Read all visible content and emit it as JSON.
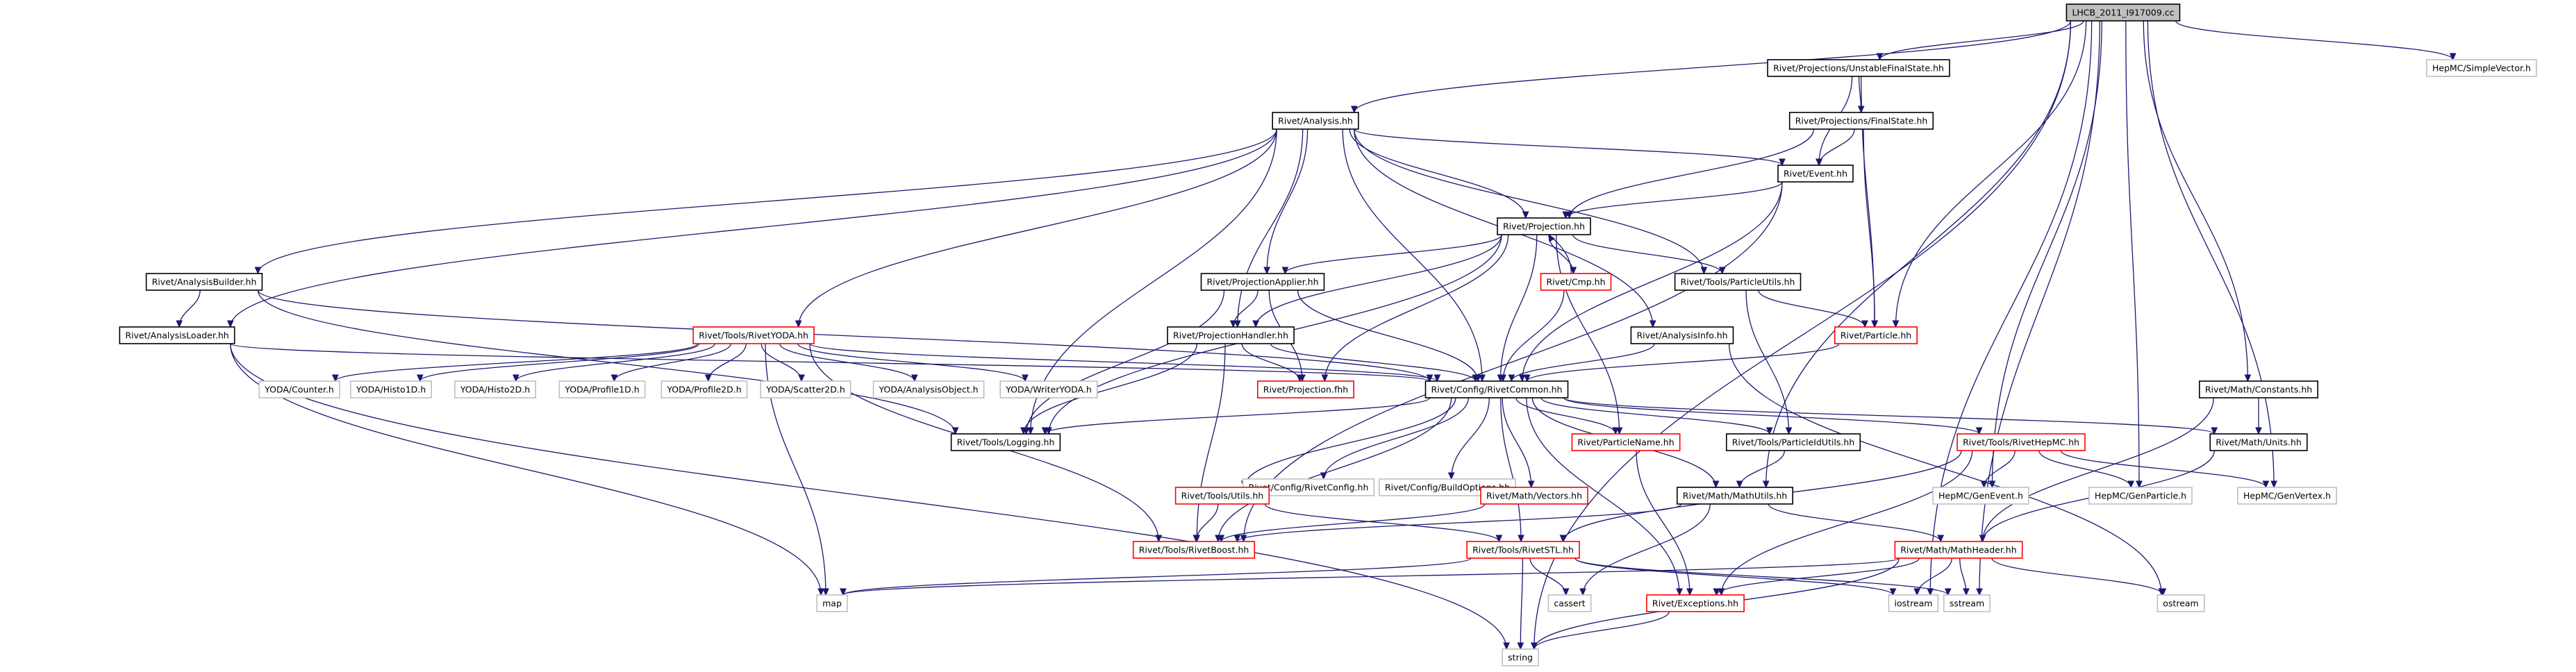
{
  "colors": {
    "edge": "#191970",
    "normal_border": "#000000",
    "normal_fill": "#ffffff",
    "root_border": "#000000",
    "root_fill": "#bfbfbf",
    "incomplete_border": "#ff0000",
    "system_border": "#bfbfbf",
    "system_text": "#000000"
  },
  "nodes": [
    {
      "id": "root",
      "label": "LHCB_2011_I917009.cc",
      "kind": "root"
    },
    {
      "id": "unstable",
      "label": "Rivet/Projections/UnstableFinalState.hh",
      "kind": "normal"
    },
    {
      "id": "hepmc_sv",
      "label": "HepMC/SimpleVector.h",
      "kind": "system"
    },
    {
      "id": "analysis",
      "label": "Rivet/Analysis.hh",
      "kind": "normal"
    },
    {
      "id": "finalstate",
      "label": "Rivet/Projections/FinalState.hh",
      "kind": "normal"
    },
    {
      "id": "event",
      "label": "Rivet/Event.hh",
      "kind": "normal"
    },
    {
      "id": "projection",
      "label": "Rivet/Projection.hh",
      "kind": "normal"
    },
    {
      "id": "projapplier",
      "label": "Rivet/ProjectionApplier.hh",
      "kind": "normal"
    },
    {
      "id": "cmp",
      "label": "Rivet/Cmp.hh",
      "kind": "incomplete"
    },
    {
      "id": "particleutils",
      "label": "Rivet/Tools/ParticleUtils.hh",
      "kind": "normal"
    },
    {
      "id": "analysisbuilder",
      "label": "Rivet/AnalysisBuilder.hh",
      "kind": "normal"
    },
    {
      "id": "analysisloader",
      "label": "Rivet/AnalysisLoader.hh",
      "kind": "normal"
    },
    {
      "id": "rivetyoda",
      "label": "Rivet/Tools/RivetYODA.hh",
      "kind": "incomplete"
    },
    {
      "id": "projhandler",
      "label": "Rivet/ProjectionHandler.hh",
      "kind": "normal"
    },
    {
      "id": "analysisinfo",
      "label": "Rivet/AnalysisInfo.hh",
      "kind": "normal"
    },
    {
      "id": "particle",
      "label": "Rivet/Particle.hh",
      "kind": "incomplete"
    },
    {
      "id": "mathconstants",
      "label": "Rivet/Math/Constants.hh",
      "kind": "normal"
    },
    {
      "id": "yoda_counter",
      "label": "YODA/Counter.h",
      "kind": "system"
    },
    {
      "id": "yoda_h1",
      "label": "YODA/Histo1D.h",
      "kind": "system"
    },
    {
      "id": "yoda_h2",
      "label": "YODA/Histo2D.h",
      "kind": "system"
    },
    {
      "id": "yoda_p1",
      "label": "YODA/Profile1D.h",
      "kind": "system"
    },
    {
      "id": "yoda_p2",
      "label": "YODA/Profile2D.h",
      "kind": "system"
    },
    {
      "id": "yoda_s2",
      "label": "YODA/Scatter2D.h",
      "kind": "system"
    },
    {
      "id": "yoda_ao",
      "label": "YODA/AnalysisObject.h",
      "kind": "system"
    },
    {
      "id": "yoda_w",
      "label": "YODA/WriterYODA.h",
      "kind": "system"
    },
    {
      "id": "rivetcommon",
      "label": "Rivet/Config/RivetCommon.hh",
      "kind": "normal"
    },
    {
      "id": "projfhh",
      "label": "Rivet/Projection.fhh",
      "kind": "incomplete"
    },
    {
      "id": "mathunits",
      "label": "Rivet/Math/Units.hh",
      "kind": "normal"
    },
    {
      "id": "logging",
      "label": "Rivet/Tools/Logging.hh",
      "kind": "normal"
    },
    {
      "id": "rivetconfig",
      "label": "Rivet/Config/RivetConfig.hh",
      "kind": "system"
    },
    {
      "id": "buildoptions",
      "label": "Rivet/Config/BuildOptions.hh",
      "kind": "system"
    },
    {
      "id": "particlename",
      "label": "Rivet/ParticleName.hh",
      "kind": "incomplete"
    },
    {
      "id": "particleidutils",
      "label": "Rivet/Tools/ParticleIdUtils.hh",
      "kind": "normal"
    },
    {
      "id": "rivethepmc",
      "label": "Rivet/Tools/RivetHepMC.hh",
      "kind": "incomplete"
    },
    {
      "id": "genevent",
      "label": "HepMC/GenEvent.h",
      "kind": "system"
    },
    {
      "id": "genparticle",
      "label": "HepMC/GenParticle.h",
      "kind": "system"
    },
    {
      "id": "genvertex",
      "label": "HepMC/GenVertex.h",
      "kind": "system"
    },
    {
      "id": "toolsutils",
      "label": "Rivet/Tools/Utils.hh",
      "kind": "incomplete"
    },
    {
      "id": "mathvectors",
      "label": "Rivet/Math/Vectors.hh",
      "kind": "incomplete"
    },
    {
      "id": "mathutils",
      "label": "Rivet/Math/MathUtils.hh",
      "kind": "normal"
    },
    {
      "id": "rivetboost",
      "label": "Rivet/Tools/RivetBoost.hh",
      "kind": "incomplete"
    },
    {
      "id": "rivetstl",
      "label": "Rivet/Tools/RivetSTL.hh",
      "kind": "incomplete"
    },
    {
      "id": "mathheader",
      "label": "Rivet/Math/MathHeader.hh",
      "kind": "incomplete"
    },
    {
      "id": "map",
      "label": "map",
      "kind": "system"
    },
    {
      "id": "cassert",
      "label": "cassert",
      "kind": "system"
    },
    {
      "id": "exceptions",
      "label": "Rivet/Exceptions.hh",
      "kind": "incomplete"
    },
    {
      "id": "iostream",
      "label": "iostream",
      "kind": "system"
    },
    {
      "id": "sstream",
      "label": "sstream",
      "kind": "system"
    },
    {
      "id": "ostream",
      "label": "ostream",
      "kind": "system"
    },
    {
      "id": "string",
      "label": "string",
      "kind": "system"
    }
  ],
  "edges": [
    [
      "root",
      "unstable"
    ],
    [
      "root",
      "hepmc_sv"
    ],
    [
      "root",
      "analysis"
    ],
    [
      "root",
      "particle"
    ],
    [
      "root",
      "mathconstants"
    ],
    [
      "root",
      "mathutils"
    ],
    [
      "root",
      "genevent"
    ],
    [
      "root",
      "genparticle"
    ],
    [
      "root",
      "genvertex"
    ],
    [
      "root",
      "iostream"
    ],
    [
      "root",
      "sstream"
    ],
    [
      "root",
      "string"
    ],
    [
      "unstable",
      "finalstate"
    ],
    [
      "unstable",
      "event"
    ],
    [
      "unstable",
      "particle"
    ],
    [
      "finalstate",
      "projection"
    ],
    [
      "finalstate",
      "event"
    ],
    [
      "finalstate",
      "particle"
    ],
    [
      "analysis",
      "event"
    ],
    [
      "analysis",
      "projection"
    ],
    [
      "analysis",
      "projapplier"
    ],
    [
      "analysis",
      "projhandler"
    ],
    [
      "analysis",
      "particleutils"
    ],
    [
      "analysis",
      "analysisbuilder"
    ],
    [
      "analysis",
      "analysisloader"
    ],
    [
      "analysis",
      "rivetyoda"
    ],
    [
      "analysis",
      "analysisinfo"
    ],
    [
      "analysis",
      "rivetcommon"
    ],
    [
      "analysis",
      "logging"
    ],
    [
      "event",
      "projection"
    ],
    [
      "event",
      "rivetcommon"
    ],
    [
      "event",
      "rivetboost"
    ],
    [
      "projection",
      "projapplier"
    ],
    [
      "projection",
      "projhandler"
    ],
    [
      "projection",
      "cmp"
    ],
    [
      "projection",
      "particleutils"
    ],
    [
      "projection",
      "projfhh"
    ],
    [
      "projection",
      "rivetcommon"
    ],
    [
      "projection",
      "logging"
    ],
    [
      "projection",
      "particlename"
    ],
    [
      "cmp",
      "projection"
    ],
    [
      "cmp",
      "rivetcommon"
    ],
    [
      "projapplier",
      "projhandler"
    ],
    [
      "projapplier",
      "projfhh"
    ],
    [
      "projapplier",
      "rivetcommon"
    ],
    [
      "projapplier",
      "logging"
    ],
    [
      "projhandler",
      "projfhh"
    ],
    [
      "projhandler",
      "rivetcommon"
    ],
    [
      "projhandler",
      "logging"
    ],
    [
      "projhandler",
      "rivetboost"
    ],
    [
      "particleutils",
      "particle"
    ],
    [
      "particleutils",
      "particleidutils"
    ],
    [
      "analysisbuilder",
      "analysisloader"
    ],
    [
      "analysisbuilder",
      "logging"
    ],
    [
      "analysisbuilder",
      "rivetcommon"
    ],
    [
      "analysisloader",
      "rivetcommon"
    ],
    [
      "analysisloader",
      "map"
    ],
    [
      "analysisloader",
      "string"
    ],
    [
      "rivetyoda",
      "yoda_counter"
    ],
    [
      "rivetyoda",
      "yoda_h1"
    ],
    [
      "rivetyoda",
      "yoda_h2"
    ],
    [
      "rivetyoda",
      "yoda_p1"
    ],
    [
      "rivetyoda",
      "yoda_p2"
    ],
    [
      "rivetyoda",
      "yoda_s2"
    ],
    [
      "rivetyoda",
      "yoda_ao"
    ],
    [
      "rivetyoda",
      "yoda_w"
    ],
    [
      "rivetyoda",
      "rivetcommon"
    ],
    [
      "rivetyoda",
      "rivetboost"
    ],
    [
      "rivetyoda",
      "map"
    ],
    [
      "analysisinfo",
      "rivetcommon"
    ],
    [
      "analysisinfo",
      "ostream"
    ],
    [
      "particle",
      "rivetcommon"
    ],
    [
      "mathconstants",
      "mathunits"
    ],
    [
      "mathconstants",
      "mathheader"
    ],
    [
      "mathunits",
      "mathheader"
    ],
    [
      "rivetcommon",
      "logging"
    ],
    [
      "rivetcommon",
      "rivetconfig"
    ],
    [
      "rivetcommon",
      "buildoptions"
    ],
    [
      "rivetcommon",
      "particlename"
    ],
    [
      "rivetcommon",
      "particleidutils"
    ],
    [
      "rivetcommon",
      "rivethepmc"
    ],
    [
      "rivetcommon",
      "mathunits"
    ],
    [
      "rivetcommon",
      "toolsutils"
    ],
    [
      "rivetcommon",
      "mathvectors"
    ],
    [
      "rivetcommon",
      "mathutils"
    ],
    [
      "rivetcommon",
      "rivetboost"
    ],
    [
      "rivetcommon",
      "rivetstl"
    ],
    [
      "rivetcommon",
      "exceptions"
    ],
    [
      "particlename",
      "exceptions"
    ],
    [
      "particleidutils",
      "mathutils"
    ],
    [
      "rivethepmc",
      "genevent"
    ],
    [
      "rivethepmc",
      "genparticle"
    ],
    [
      "rivethepmc",
      "genvertex"
    ],
    [
      "rivethepmc",
      "rivetstl"
    ],
    [
      "rivethepmc",
      "exceptions"
    ],
    [
      "toolsutils",
      "rivetboost"
    ],
    [
      "toolsutils",
      "rivetstl"
    ],
    [
      "mathvectors",
      "rivetboost"
    ],
    [
      "mathutils",
      "mathheader"
    ],
    [
      "mathutils",
      "rivetboost"
    ],
    [
      "mathutils",
      "cassert"
    ],
    [
      "rivetstl",
      "map"
    ],
    [
      "rivetstl",
      "cassert"
    ],
    [
      "rivetstl",
      "string"
    ],
    [
      "rivetstl",
      "iostream"
    ],
    [
      "rivetstl",
      "sstream"
    ],
    [
      "mathheader",
      "exceptions"
    ],
    [
      "mathheader",
      "iostream"
    ],
    [
      "mathheader",
      "sstream"
    ],
    [
      "mathheader",
      "ostream"
    ],
    [
      "mathheader",
      "string"
    ],
    [
      "mathheader",
      "map"
    ],
    [
      "exceptions",
      "string"
    ]
  ]
}
